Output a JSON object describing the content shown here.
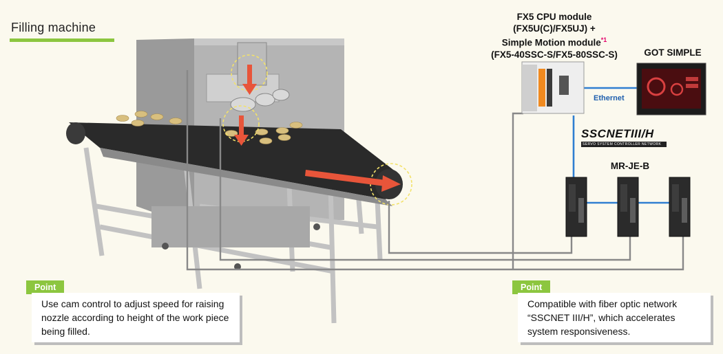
{
  "title": "Filling machine",
  "labels": {
    "cpu_line1": "FX5 CPU module",
    "cpu_line2": "(FX5U(C)/FX5UJ) +",
    "cpu_line3": "Simple Motion module",
    "cpu_footnote": "*1",
    "cpu_line4": "(FX5-40SSC-S/FX5-80SSC-S)",
    "got": "GOT SIMPLE",
    "ethernet": "Ethernet",
    "sscnet": "SSCNETIII/H",
    "sscnet_sub": "SERVO SYSTEM CONTROLLER NETWORK",
    "servo": "MR-JE-B"
  },
  "points": [
    {
      "tag": "Point",
      "text": "Use cam control to adjust speed for raising nozzle according to height of the work piece being filled."
    },
    {
      "tag": "Point",
      "text": "Compatible with fiber optic network “SSCNET III/H”, which accelerates system responsiveness."
    }
  ],
  "colors": {
    "accent_green": "#8cc63f",
    "arrow_orange": "#e8553a",
    "network_blue": "#2f7fd1",
    "footnote_magenta": "#e5006a"
  }
}
